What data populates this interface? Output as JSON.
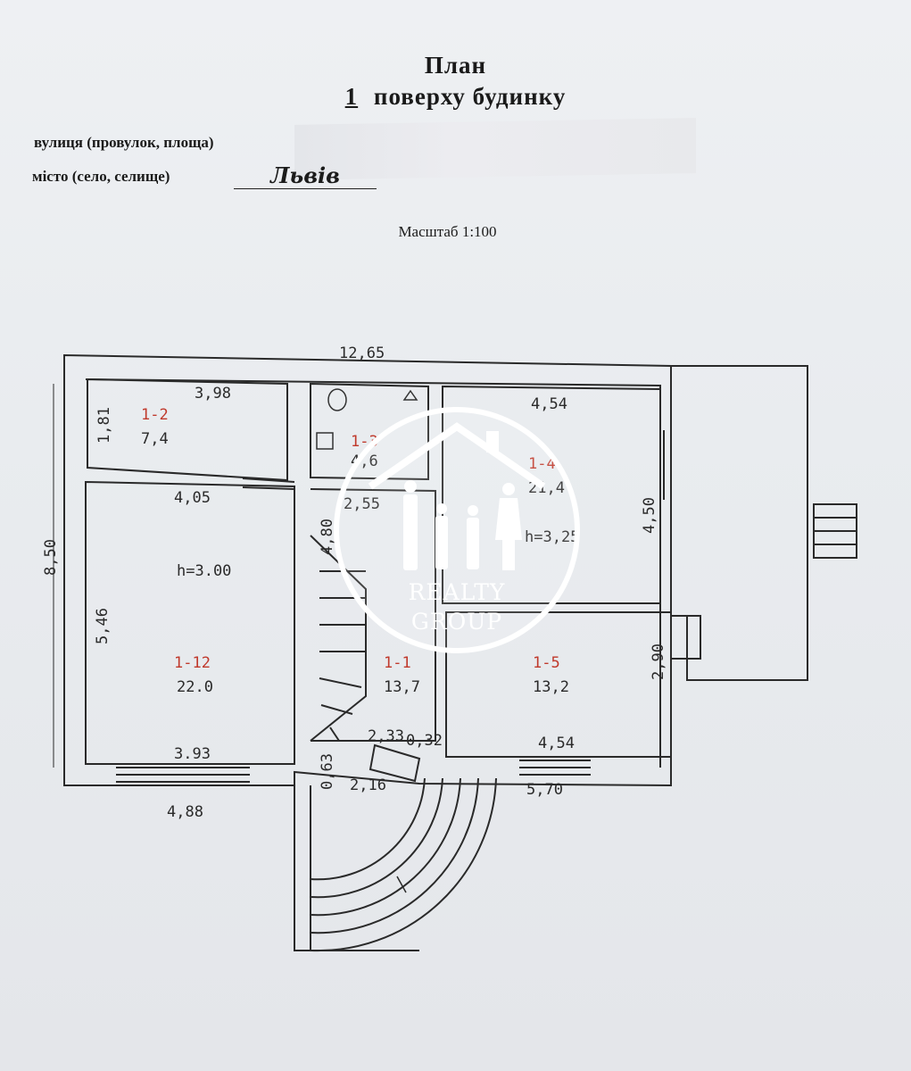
{
  "header": {
    "title_line1": "План",
    "floor_number": "1",
    "title_line2_rest": "поверху будинку",
    "street_label": "вулиця (провулок, площа)",
    "city_label": "місто (село, селище)",
    "city_value": "Львів",
    "scale": "Масштаб 1:100"
  },
  "dimensions": {
    "overall_width": "12,65",
    "overall_height": "8,50",
    "bottom_left": "4,88",
    "bottom_right": "5,70",
    "r2_width": "3,98",
    "r2_height": "1,81",
    "r12_top": "4,05",
    "r12_height": "5,46",
    "r12_bottom": "3.93",
    "hall_width": "2,55",
    "stair_len": "4,80",
    "r4_width": "4,54",
    "r4_height": "4,50",
    "r5_width": "4,54",
    "r5_height": "2,90",
    "door_233": "2,33",
    "door_032": "0,32",
    "porch_063": "0,63",
    "porch_216": "2,16"
  },
  "rooms": {
    "r2_id": "1-2",
    "r2_area": "7,4",
    "r3_id": "1-3",
    "r3_area": "4,6",
    "r4_id": "1-4",
    "r4_area": "21,4",
    "r4_h": "h=3,25",
    "r12_id": "1-12",
    "r12_area": "22.0",
    "r12_h": "h=3.00",
    "r1_id": "1-1",
    "r1_area": "13,7",
    "r5_id": "1-5",
    "r5_area": "13,2"
  },
  "logo": {
    "line1": "REALTY",
    "line2": "GROUP"
  }
}
